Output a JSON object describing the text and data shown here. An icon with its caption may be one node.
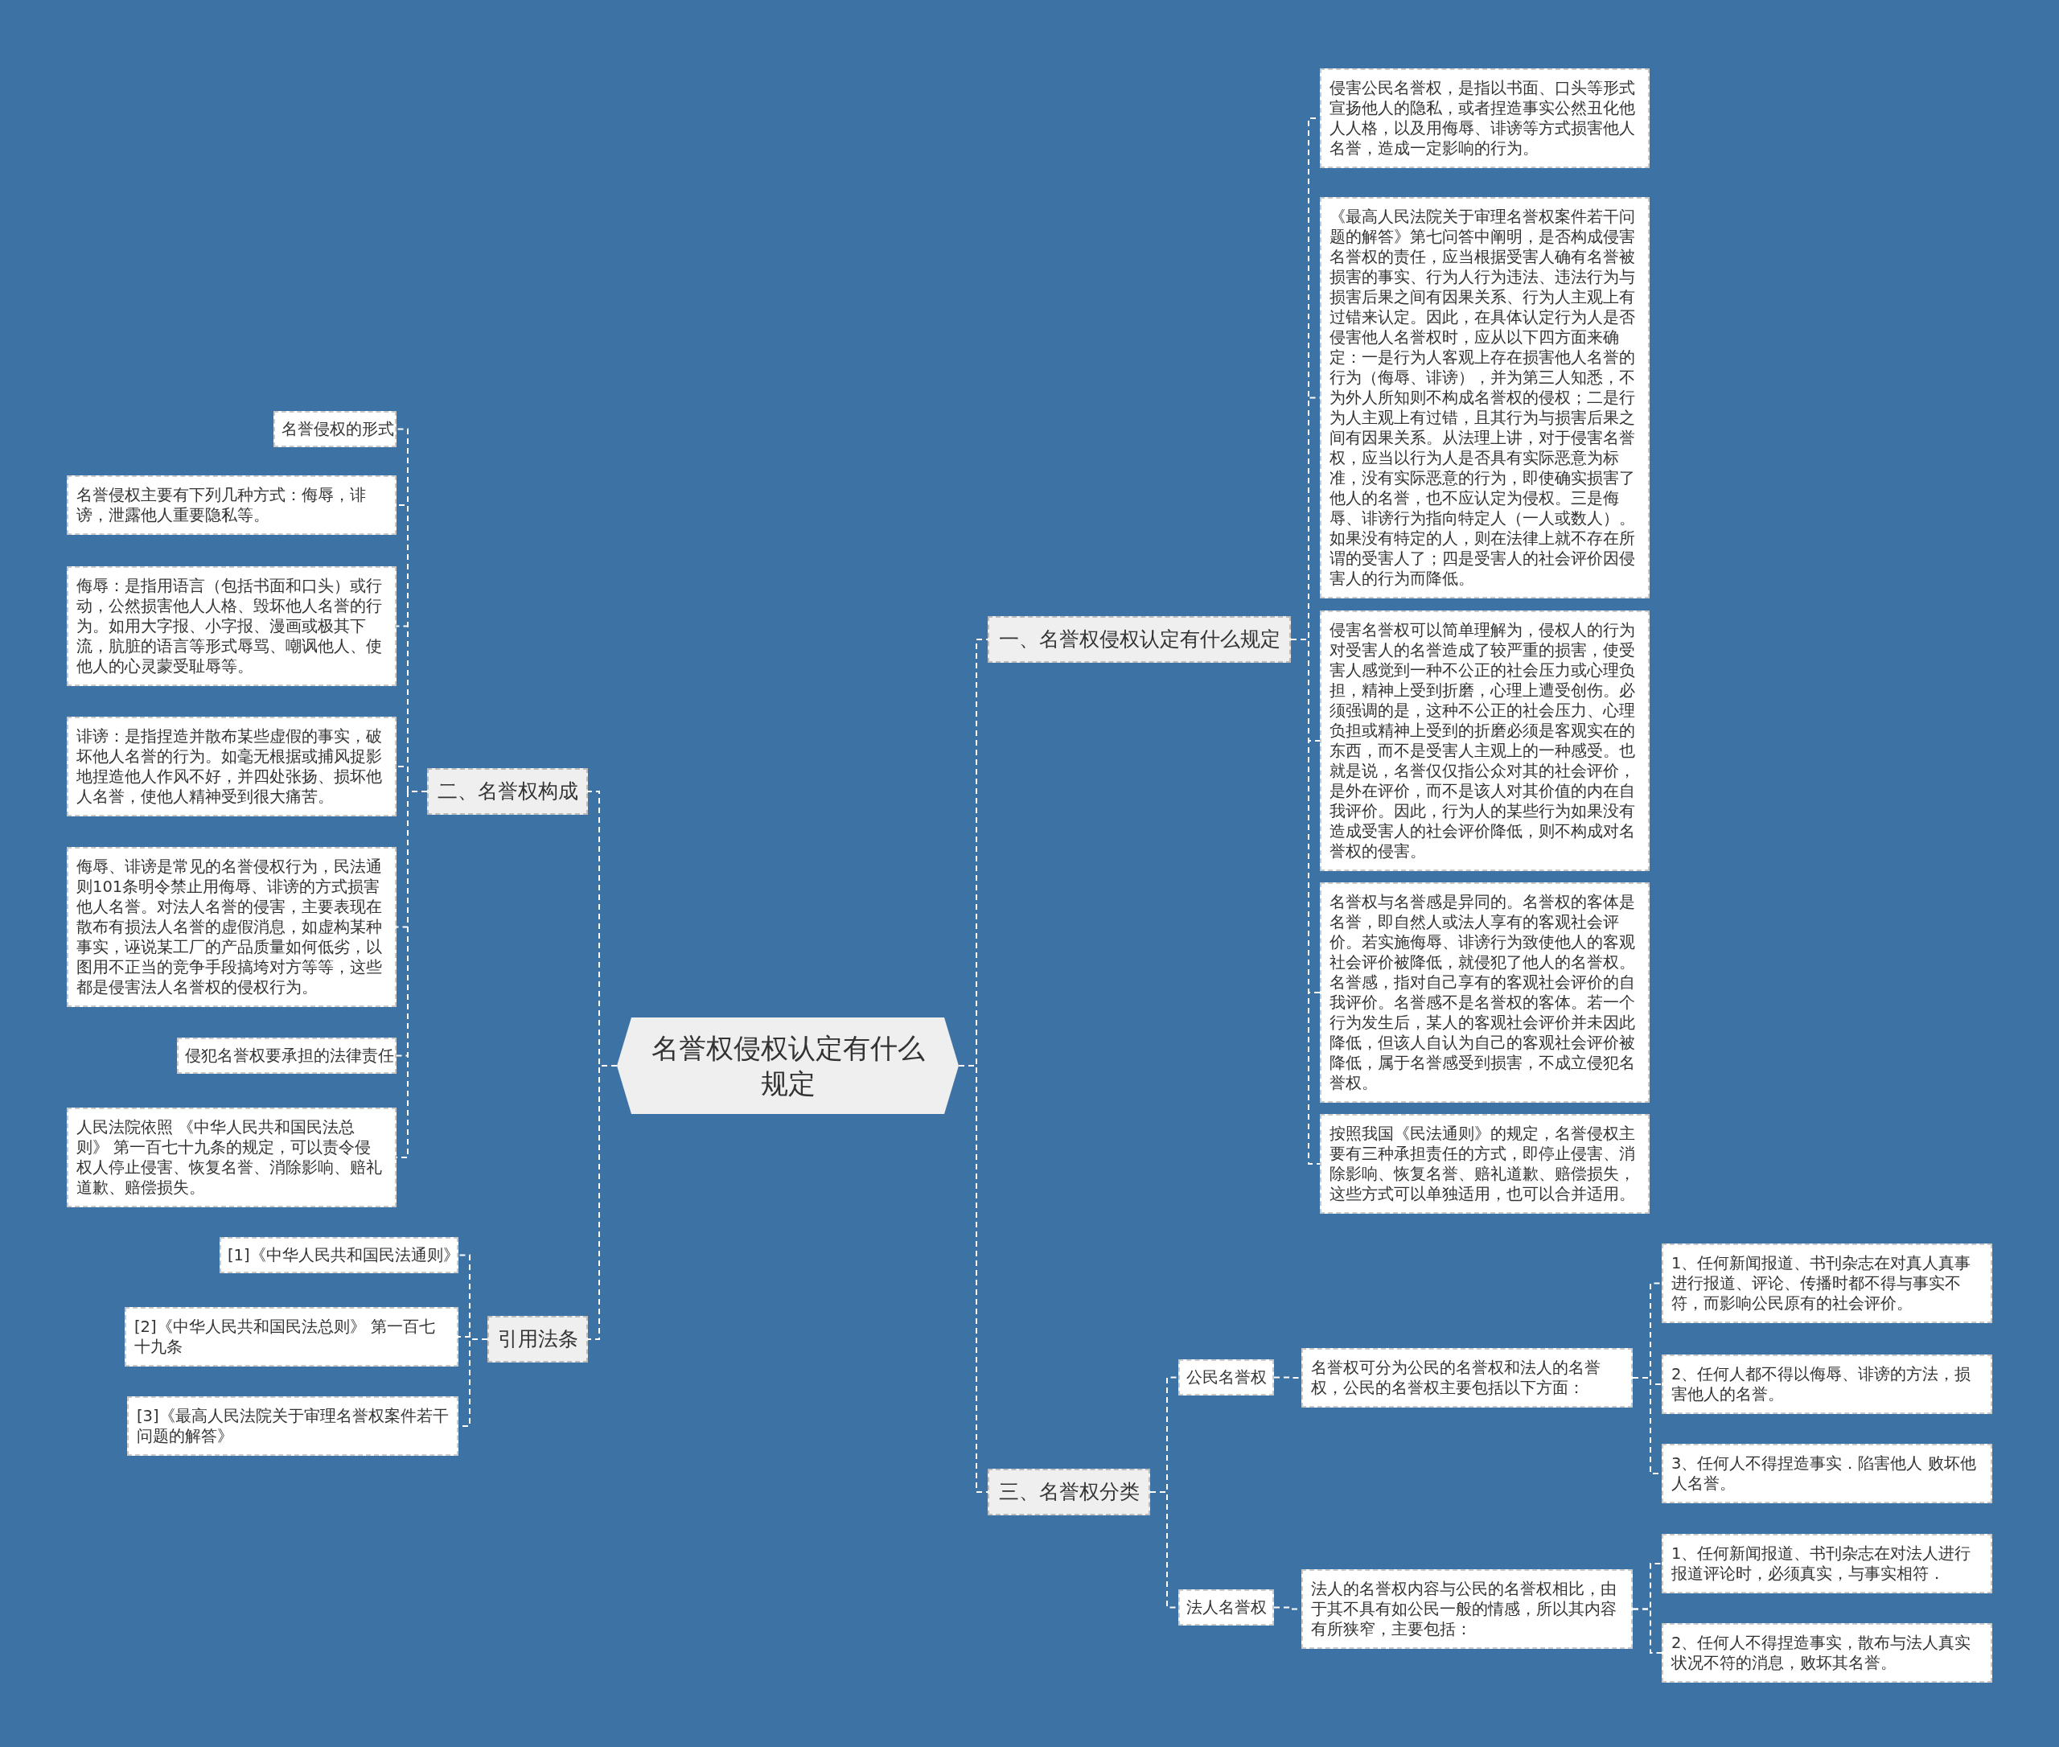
{
  "diagram": {
    "nodes": [
      {
        "text": [
          "名誉权侵权认定有什么规定"
        ]
      },
      {
        "text": [
          "一、名誉权侵权认定有什么规定"
        ]
      },
      {
        "text": [
          "侵害公民名誉权，是指以书面、口头等形式宣扬他人的隐私，或者捏造事实公然丑化他人人格，以及用侮辱、诽谤等方式损害他人名誉，造成一定影响的行为。"
        ]
      },
      {
        "text": [
          "《最高人民法院关于审理名誉权案件若干问题的解答》第七问答中阐明，是否构成侵害名誉权的责任，应当根据受害人确有名誉被损害的事实、行为人行为违法、违法行为与损害后果之间有因果关系、行为人主观上有过错来认定。因此，在具体认定行为人是否侵害他人名誉权时，应从以下四方面来确定：一是行为人客观上存在损害他人名誉的行为（侮辱、诽谤），并为第三人知悉，不为外人所知则不构成名誉权的侵权；二是行为人主观上有过错，且其行为与损害后果之间有因果关系。从法理上讲，对于侵害名誉权，应当以行为人是否具有实际恶意为标准，没有实际恶意的行为，即使确实损害了他人的名誉，也不应认定为侵权。三是侮辱、诽谤行为指向特定人（一人或数人）。如果没有特定的人，则在法律上就不存在所谓的受害人了；四是受害人的社会评价因侵害人的行为而降低。"
        ]
      },
      {
        "text": [
          "侵害名誉权可以简单理解为，侵权人的行为对受害人的名誉造成了较严重的损害，使受害人感觉到一种不公正的社会压力或心理负担，精神上受到折磨，心理上遭受创伤。必须强调的是，这种不公正的社会压力、心理负担或精神上受到的折磨必须是客观实在的东西，而不是受害人主观上的一种感受。也就是说，名誉仅仅指公众对其的社会评价，是外在评价，而不是该人对其价值的内在自我评价。因此，行为人的某些行为如果没有造成受害人的社会评价降低，则不构成对名誉权的侵害。"
        ]
      },
      {
        "text": [
          "名誉权与名誉感是异同的。名誉权的客体是名誉，即自然人或法人享有的客观社会评价。若实施侮辱、诽谤行为致使他人的客观社会评价被降低，就侵犯了他人的名誉权。名誉感，指对自己享有的客观社会评价的自我评价。名誉感不是名誉权的客体。若一个行为发生后，某人的客观社会评价并未因此降低，但该人自认为自己的客观社会评价被降低，属于名誉感受到损害，不成立侵犯名誉权。"
        ]
      },
      {
        "text": [
          "按照我国《民法通则》的规定，名誉侵权主要有三种承担责任的方式，即停止侵害、消除影响、恢复名誉、赔礼道歉、赔偿损失，这些方式可以单独适用，也可以合并适用。"
        ]
      },
      {
        "text": [
          "二、名誉权构成"
        ]
      },
      {
        "text": [
          "名誉侵权的形式"
        ]
      },
      {
        "text": [
          "名誉侵权主要有下列几种方式：侮辱，诽谤，泄露他人重要隐私等。"
        ]
      },
      {
        "text": [
          "侮辱：是指用语言（包括书面和口头）或行动，公然损害他人人格、毁坏他人名誉的行为。如用大字报、小字报、漫画或极其下流，肮脏的语言等形式辱骂、嘲讽他人、使他人的心灵蒙受耻辱等。"
        ]
      },
      {
        "text": [
          "诽谤：是指捏造并散布某些虚假的事实，破坏他人名誉的行为。如毫无根据或捕风捉影地捏造他人作风不好，并四处张扬、损坏他人名誉，使他人精神受到很大痛苦。"
        ]
      },
      {
        "text": [
          "侮辱、诽谤是常见的名誉侵权行为，民法通则101条明令禁止用侮辱、诽谤的方式损害他人名誉。对法人名誉的侵害，主要表现在散布有损法人名誉的虚假消息，如虚构某种事实，诬说某工厂的产品质量如何低劣，以图用不正当的竞争手段搞垮对方等等，这些都是侵害法人名誉权的侵权行为。"
        ]
      },
      {
        "text": [
          "侵犯名誉权要承担的法律责任"
        ]
      },
      {
        "text": [
          "人民法院依照 《中华人民共和国民法总则》 第一百七十九条的规定，可以责令侵权人停止侵害、恢复名誉、消除影响、赔礼道歉、赔偿损失。"
        ]
      },
      {
        "text": [
          "引用法条"
        ]
      },
      {
        "text": [
          "[1]《中华人民共和国民法通则》"
        ]
      },
      {
        "text": [
          "[2]《中华人民共和国民法总则》 第一百七十九条"
        ]
      },
      {
        "text": [
          "[3]《最高人民法院关于审理名誉权案件若干问题的解答》"
        ]
      },
      {
        "text": [
          "三、名誉权分类"
        ]
      },
      {
        "text": [
          "公民名誉权"
        ]
      },
      {
        "text": [
          "名誉权可分为公民的名誉权和法人的名誉权，公民的名誉权主要包括以下方面："
        ]
      },
      {
        "text": [
          "1、任何新闻报道、书刊杂志在对真人真事进行报道、评论、传播时都不得与事实不符，而影响公民原有的社会评价。"
        ]
      },
      {
        "text": [
          "2、任何人都不得以侮辱、诽谤的方法，损害他人的名誉。"
        ]
      },
      {
        "text": [
          "3、任何人不得捏造事实．陷害他人 败坏他人名誉。"
        ]
      },
      {
        "text": [
          "法人名誉权"
        ]
      },
      {
        "text": [
          "法人的名誉权内容与公民的名誉权相比，由于其不具有如公民一般的情感，所以其内容有所狭窄，主要包括："
        ]
      },
      {
        "text": [
          "1、任何新闻报道、书刊杂志在对法人进行报道评论时，必须真实，与事实相符．"
        ]
      },
      {
        "text": [
          "2、任何人不得捏造事实，散布与法人真实状况不符的消息，败坏其名誉。"
        ]
      }
    ],
    "edges": [
      {
        "from": 0,
        "to": 1,
        "arrow": "none"
      },
      {
        "from": 1,
        "to": 2,
        "arrow": "none"
      },
      {
        "from": 1,
        "to": 3,
        "arrow": "none"
      },
      {
        "from": 1,
        "to": 4,
        "arrow": "none"
      },
      {
        "from": 1,
        "to": 5,
        "arrow": "none"
      },
      {
        "from": 1,
        "to": 6,
        "arrow": "none"
      },
      {
        "from": 0,
        "to": 7,
        "arrow": "none"
      },
      {
        "from": 7,
        "to": 8,
        "arrow": "none"
      },
      {
        "from": 7,
        "to": 9,
        "arrow": "none"
      },
      {
        "from": 7,
        "to": 10,
        "arrow": "none"
      },
      {
        "from": 7,
        "to": 11,
        "arrow": "none"
      },
      {
        "from": 7,
        "to": 12,
        "arrow": "none"
      },
      {
        "from": 7,
        "to": 13,
        "arrow": "none"
      },
      {
        "from": 7,
        "to": 14,
        "arrow": "none"
      },
      {
        "from": 0,
        "to": 15,
        "arrow": "none"
      },
      {
        "from": 15,
        "to": 16,
        "arrow": "none"
      },
      {
        "from": 15,
        "to": 17,
        "arrow": "none"
      },
      {
        "from": 15,
        "to": 18,
        "arrow": "none"
      },
      {
        "from": 0,
        "to": 19,
        "arrow": "none"
      },
      {
        "from": 19,
        "to": 20,
        "arrow": "none"
      },
      {
        "from": 20,
        "to": 21,
        "arrow": "none"
      },
      {
        "from": 21,
        "to": 22,
        "arrow": "none"
      },
      {
        "from": 21,
        "to": 23,
        "arrow": "none"
      },
      {
        "from": 21,
        "to": 24,
        "arrow": "none"
      },
      {
        "from": 19,
        "to": 25,
        "arrow": "none"
      },
      {
        "from": 25,
        "to": 26,
        "arrow": "none"
      },
      {
        "from": 26,
        "to": 27,
        "arrow": "none"
      },
      {
        "from": 26,
        "to": 28,
        "arrow": "none"
      }
    ]
  }
}
